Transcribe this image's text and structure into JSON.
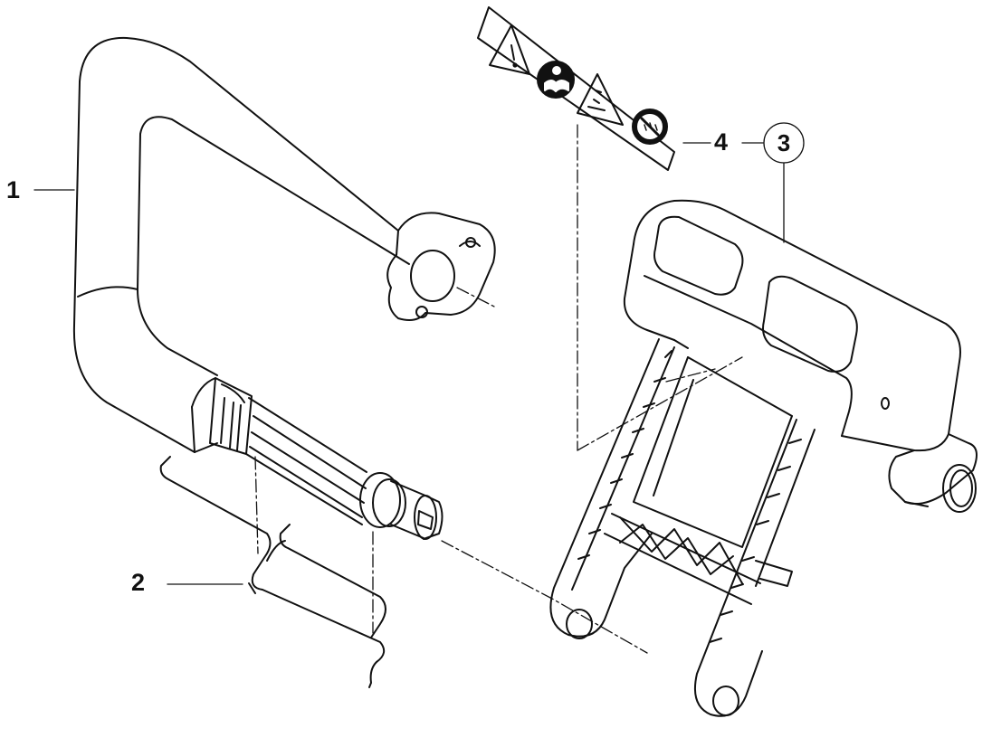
{
  "callouts": {
    "part_1": "1",
    "part_2": "2",
    "part_3": "3",
    "part_4": "4"
  },
  "colors": {
    "line": "#111111",
    "background": "#ffffff",
    "label_fill": "#ffffff"
  },
  "icons": [
    "warning-triangle-icon",
    "read-manual-icon",
    "kickback-warning-icon",
    "no-rain-icon"
  ]
}
